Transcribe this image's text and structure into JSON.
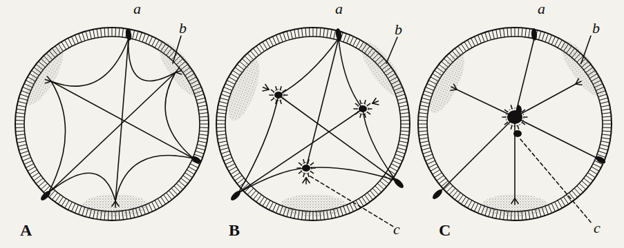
{
  "diagram": {
    "labels": [
      "a",
      "b",
      "A",
      "a",
      "b",
      "c",
      "B",
      "a",
      "b",
      "c",
      "C"
    ]
  }
}
